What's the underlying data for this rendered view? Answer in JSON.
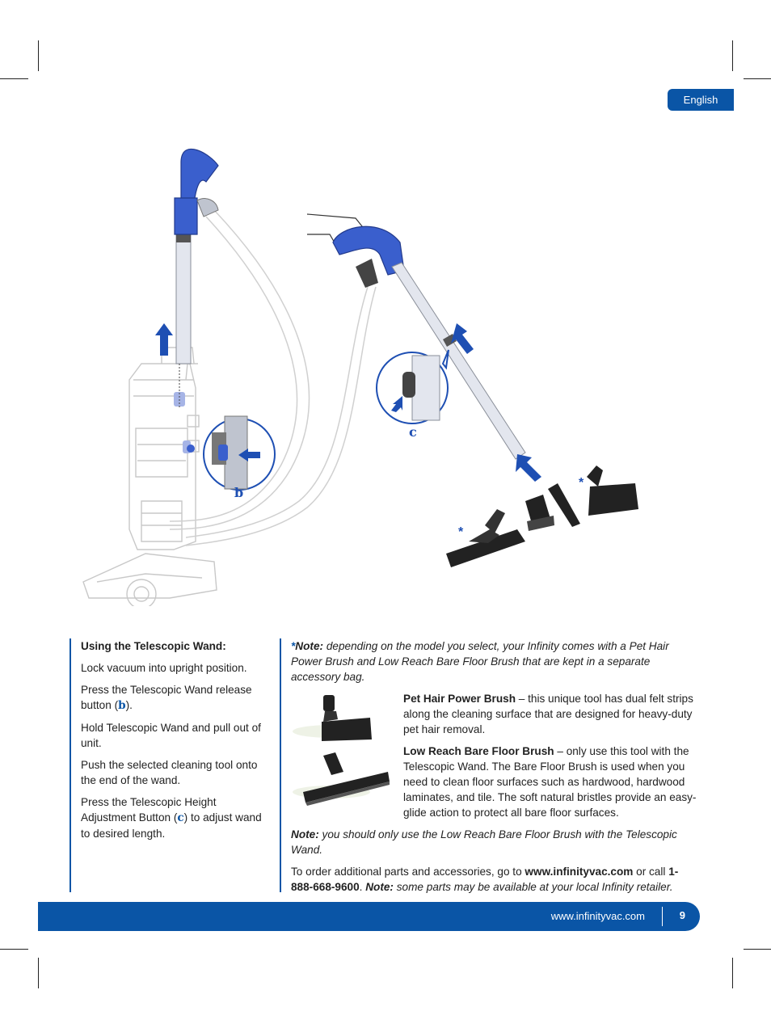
{
  "header": {
    "language_tab": "English"
  },
  "illustration": {
    "callout_b": "b",
    "callout_c": "c",
    "asterisk_1": "*",
    "asterisk_2": "*"
  },
  "left_column": {
    "heading": "Using the Telescopic Wand:",
    "step1": "Lock vacuum into upright position.",
    "step2_pre": "Press the Telescopic Wand release button (",
    "step2_ref": "b",
    "step2_post": ").",
    "step3": "Hold Telescopic Wand and pull out of unit.",
    "step4": "Push the selected cleaning tool onto the end of the wand.",
    "step5_pre": "Press the Telescopic Height Adjustment Button (",
    "step5_ref": "c",
    "step5_post": ") to adjust wand to desired length."
  },
  "right_column": {
    "note_star": "*",
    "note_label": "Note:",
    "note_text": " depending on the model you select, your Infinity comes with a Pet Hair Power Brush and Low Reach Bare Floor Brush that are kept in a separate accessory bag.",
    "pet_brush_title": "Pet Hair Power Brush",
    "pet_brush_text": " – this unique tool has dual felt strips along the cleaning surface that are designed for heavy-duty pet hair removal.",
    "floor_brush_title": "Low Reach Bare Floor Brush",
    "floor_brush_text": " – only use this tool with the Telescopic Wand. The Bare Floor Brush is used when you need to clean floor surfaces such as hardwood, hardwood laminates, and tile.  The soft natural bristles provide an easy-glide action to protect all bare floor surfaces.",
    "note2_label": "Note:",
    "note2_text": " you should only use the Low Reach Bare Floor Brush with the Telescopic Wand.",
    "order_pre": "To order additional parts and accessories, go to ",
    "order_url": "www.infinityvac.com",
    "order_mid": " or call ",
    "order_phone": "1-888-668-9600",
    "order_dot": ". ",
    "note3_label": "Note:",
    "note3_text": " some parts may be available at your local Infinity retailer."
  },
  "footer": {
    "url": "www.infinityvac.com",
    "page_number": "9"
  },
  "colors": {
    "brand_blue": "#0a55a6",
    "wand_blue": "#3a5fcd"
  }
}
